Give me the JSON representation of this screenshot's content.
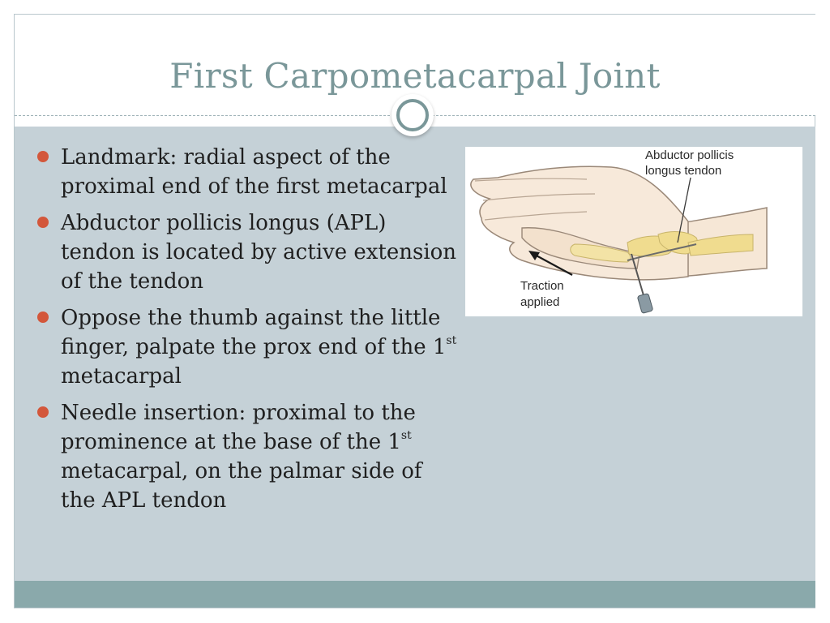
{
  "slide": {
    "title": "First Carpometacarpal Joint",
    "bullets": [
      {
        "text": "Landmark: radial aspect of the proximal end of the first metacarpal"
      },
      {
        "text": "Abductor pollicis longus (APL) tendon is located by active extension of the tendon"
      },
      {
        "before": "Oppose the thumb against the little finger, palpate the prox end of the 1",
        "sup": "st",
        "after": " metacarpal"
      },
      {
        "before": "Needle insertion: proximal to the prominence at the base of the 1",
        "sup": "st",
        "after": " metacarpal, on the palmar side of the APL tendon"
      }
    ]
  },
  "figure": {
    "label_tendon_line1": "Abductor pollicis",
    "label_tendon_line2": "longus tendon",
    "label_traction_line1": "Traction",
    "label_traction_line2": "applied"
  },
  "colors": {
    "title": "#7a9799",
    "content_bg": "#c5d1d7",
    "footer": "#8aa9ab",
    "bullet": "#d3573b"
  }
}
